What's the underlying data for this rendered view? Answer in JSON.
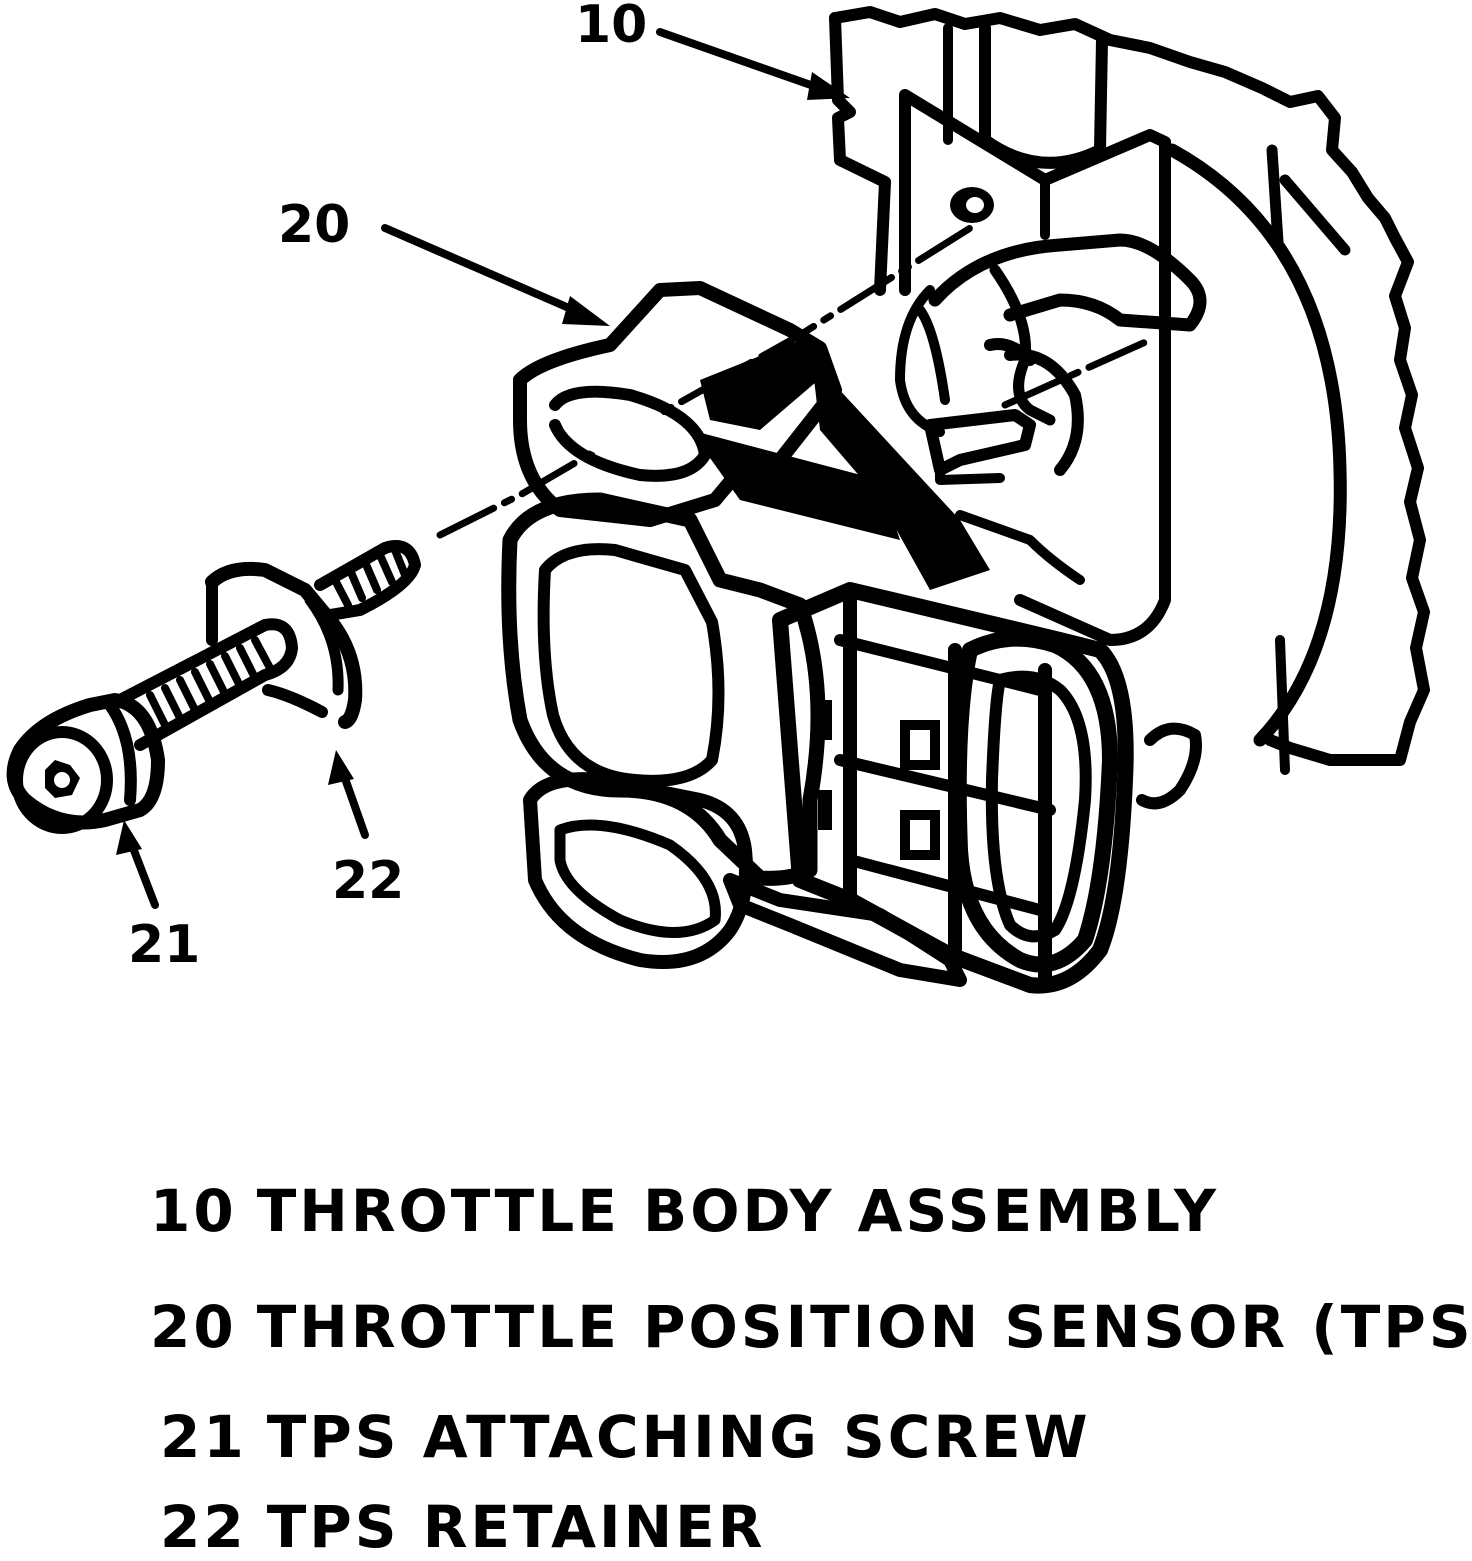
{
  "callouts": {
    "c10": "10",
    "c20": "20",
    "c21": "21",
    "c22": "22"
  },
  "legend": [
    {
      "number": "10",
      "text": "THROTTLE BODY ASSEMBLY"
    },
    {
      "number": "20",
      "text": "THROTTLE POSITION SENSOR (TPS)"
    },
    {
      "number": "21",
      "text": "TPS ATTACHING SCREW"
    },
    {
      "number": "22",
      "text": "TPS RETAINER"
    }
  ],
  "colors": {
    "ink": "#000000",
    "paper": "#ffffff"
  }
}
